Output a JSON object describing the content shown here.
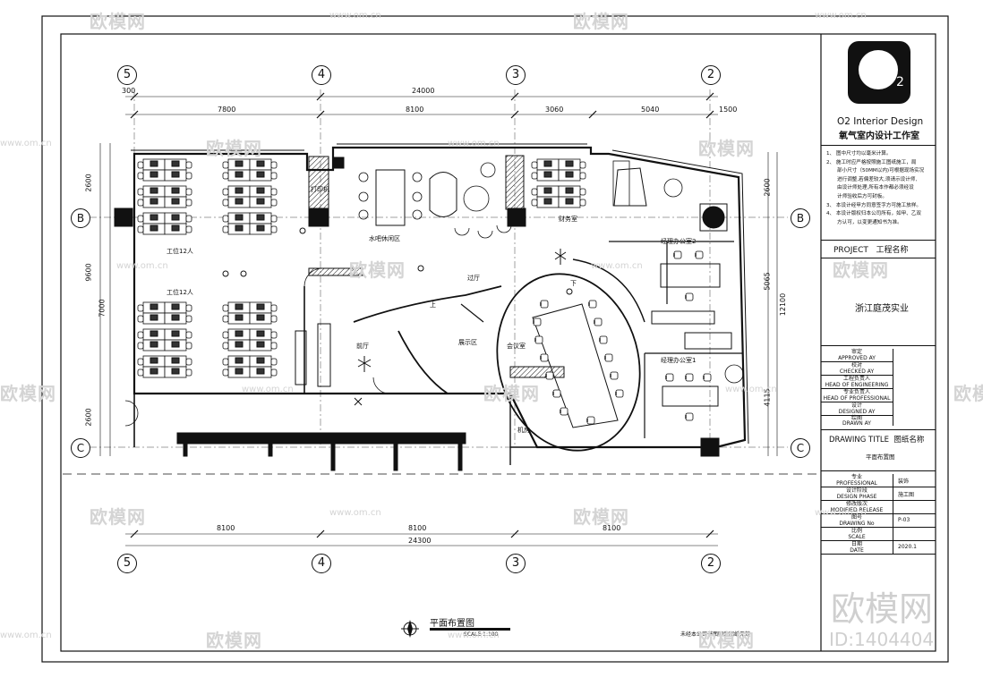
{
  "title_block": {
    "logo_letter": "O",
    "logo_sub": "2",
    "firm_name_en": "O2 Interior Design",
    "firm_name_cn": "氧气室内设计工作室",
    "notes": [
      "1、 图中尺寸均以毫米计算。",
      "2、 施工时应严格按照施工图纸施工，局",
      "部小尺寸（50MM以内)可根据现场实况",
      "进行调整,若偏差较大,须请示设计师,",
      "由设计师处理,所有本作都必须经设",
      "计师验收后方可封板。",
      "3、 本设计经甲方同意签字方可施工放样。",
      "4、 本设计版权归本公司所有，如甲、乙双",
      "方认可，以变更通知书为准。"
    ],
    "project_label": "PROJECT",
    "project_label_cn": "工程名称",
    "project_name": "浙江庭茂实业",
    "approvals": [
      {
        "cn": "审定",
        "en": "APPROVED AY"
      },
      {
        "cn": "校对",
        "en": "CHECKED AY"
      },
      {
        "cn": "工程负责人",
        "en": "HEAD OF ENGINEERING"
      },
      {
        "cn": "专业负责人",
        "en": "HEAD OF PROFESSIONAL"
      },
      {
        "cn": "设计",
        "en": "DESIGNED AY"
      },
      {
        "cn": "绘图",
        "en": "DRAWN AY"
      }
    ],
    "drawing_title_label": "DRAWING TITLE",
    "drawing_title_cn": "图纸名称",
    "drawing_name": "平面布置图",
    "info_rows": [
      {
        "cn": "专业",
        "en": "PROFESSIONAL",
        "value": "装饰"
      },
      {
        "cn": "设计阶段",
        "en": "DESIGN PHASE",
        "value": "施工图"
      },
      {
        "cn": "修改版次",
        "en": "MODIFIED RELEASE",
        "value": ""
      },
      {
        "cn": "图号",
        "en": "DRAWING No",
        "value": "P-03"
      },
      {
        "cn": "比例",
        "en": "SCALE",
        "value": ""
      },
      {
        "cn": "日期",
        "en": "DATE",
        "value": "2020.1"
      }
    ]
  },
  "plan": {
    "axes_cols": [
      "5",
      "4",
      "3",
      "2"
    ],
    "axes_rows": [
      "B",
      "C"
    ],
    "top_dims_total": "24000",
    "top_dims": [
      "300",
      "7800",
      "8100",
      "3060",
      "5040",
      "1500"
    ],
    "bottom_dims": [
      "8100",
      "8100",
      "8100"
    ],
    "bottom_total": "24300",
    "left_dims": [
      "2600",
      "9600",
      "7000",
      "2600"
    ],
    "right_dims": [
      "2600",
      "5065",
      "12100",
      "4115"
    ],
    "room_labels": [
      "工位12人",
      "工位12人",
      "打印机",
      "水吧休闲区",
      "财务室",
      "经理办公室2",
      "过厅",
      "上",
      "下",
      "前厅",
      "展示区",
      "会议室",
      "经理办公室1",
      "机房"
    ],
    "drawing_caption": "平面布置图",
    "scale_caption": "SCALE 1:100",
    "copyright_note": "未经本公司书面同意图纸无效"
  },
  "watermarks": {
    "brand": "欧模网",
    "url": "www.om.cn",
    "big_brand": "欧模网",
    "id_label": "ID:1404404"
  }
}
